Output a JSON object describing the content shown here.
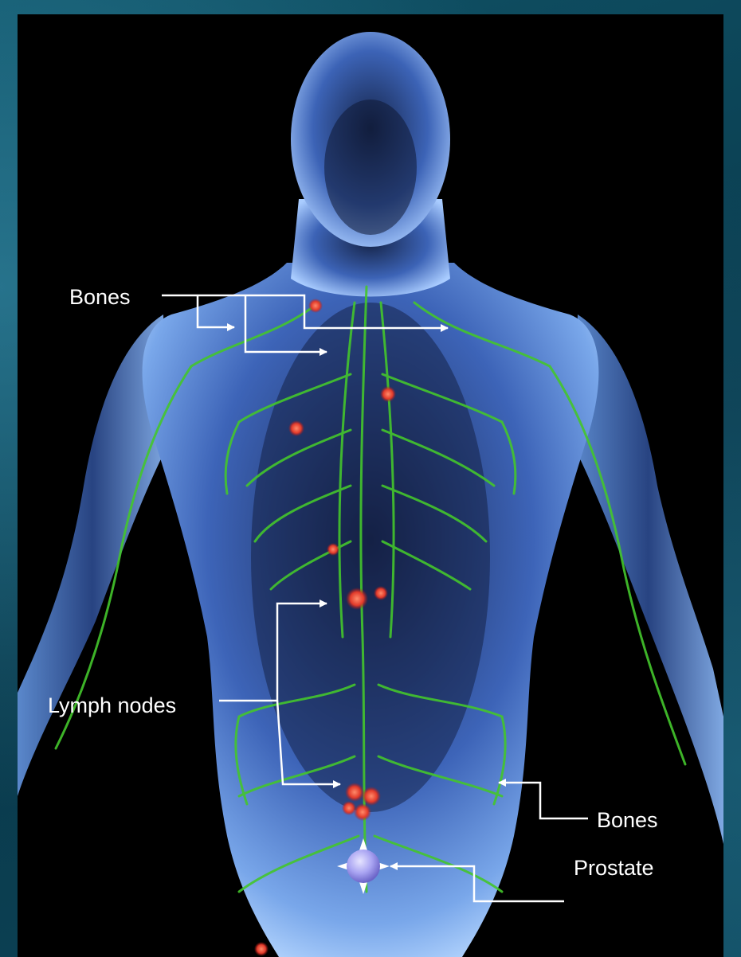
{
  "labels": {
    "bones_upper": "Bones",
    "lymph_nodes": "Lymph nodes",
    "bones_lower": "Bones",
    "prostate": "Prostate"
  },
  "colors": {
    "background_frame": "#0b3a4d",
    "image_background": "#000000",
    "body": "#6e9be0",
    "lymph_vessels": "#44c62c",
    "lymph_nodes": "#e23a2a",
    "prostate_marker": "#a9a4f2",
    "annotation": "#ffffff"
  }
}
